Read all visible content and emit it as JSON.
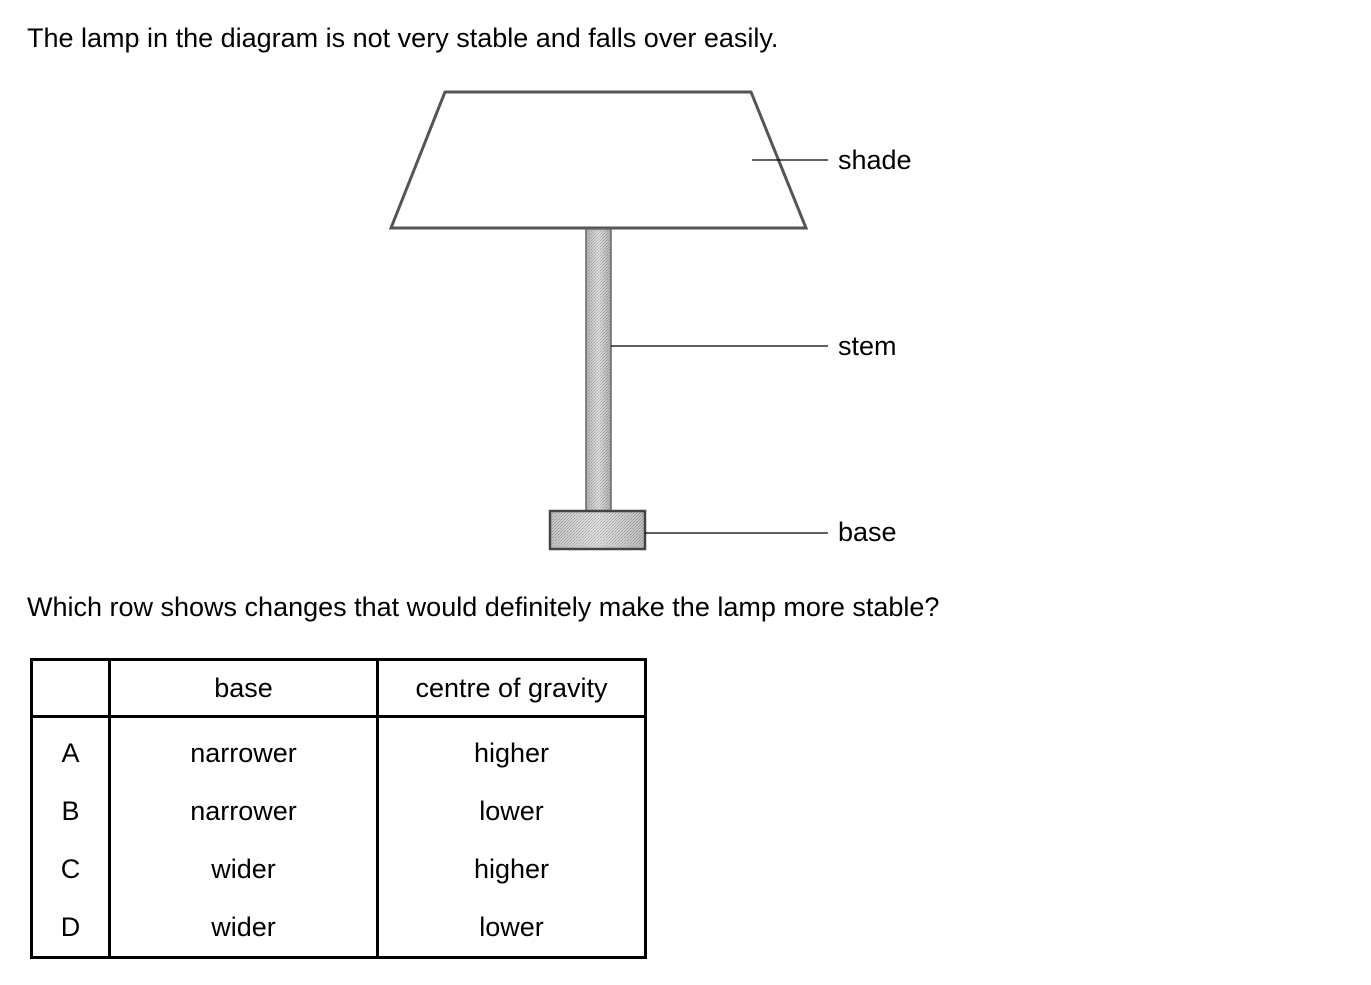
{
  "question": {
    "intro": "The lamp in the diagram is not very stable and falls over easily.",
    "prompt": "Which row shows changes that would definitely make the lamp more stable?"
  },
  "diagram": {
    "labels": {
      "shade": "shade",
      "stem": "stem",
      "base": "base"
    }
  },
  "table": {
    "headers": [
      "",
      "base",
      "centre of gravity"
    ],
    "rows": [
      {
        "option": "A",
        "base": "narrower",
        "centre_of_gravity": "higher"
      },
      {
        "option": "B",
        "base": "narrower",
        "centre_of_gravity": "lower"
      },
      {
        "option": "C",
        "base": "wider",
        "centre_of_gravity": "higher"
      },
      {
        "option": "D",
        "base": "wider",
        "centre_of_gravity": "lower"
      }
    ]
  }
}
